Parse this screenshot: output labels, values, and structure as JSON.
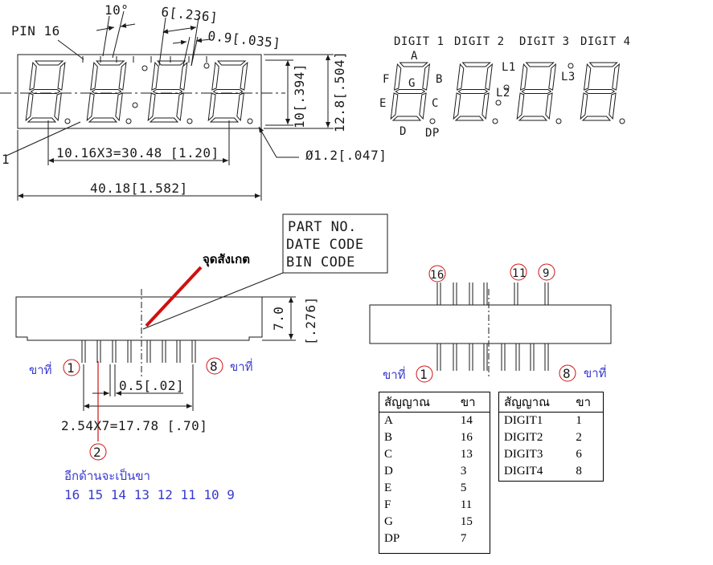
{
  "front_view": {
    "pin16_label": "PIN 16",
    "angle_label": "10°",
    "digit_width_label": "6[.236]",
    "seg_width_label": "0.9[.035]",
    "pitch_label": "10.16X3=30.48 [1.20]",
    "total_width_label": "40.18[1.582]",
    "digit_height_label": "10[.394]",
    "total_height_label": "12.8[.504]",
    "dp_dia_label": "Ø1.2[.047]",
    "pin1_label": "1"
  },
  "digit_labels": {
    "digits": [
      "DIGIT 1",
      "DIGIT 2",
      "DIGIT 3",
      "DIGIT 4"
    ],
    "segments": {
      "A": "A",
      "B": "B",
      "C": "C",
      "D": "D",
      "E": "E",
      "F": "F",
      "G": "G",
      "DP": "DP"
    },
    "l1": "L1",
    "l2": "L2",
    "l3": "L3"
  },
  "side_view": {
    "part_box": [
      "PART NO.",
      "DATE CODE",
      "BIN CODE"
    ],
    "observation_point": "จุดสังเกต",
    "height_label": "7.0",
    "height_inch_label": "[.276]",
    "pin_width_label": "0.5[.02]",
    "pin_pitch_label": "2.54X7=17.78 [.70]",
    "pin_word": "ขาที่",
    "pin_first": "1",
    "pin_last": "8",
    "pin_two": "2",
    "other_side_label": "อีกด้านจะเป็นขา",
    "other_side_pins": "16 15 14 13 12 11 10 9"
  },
  "pin_view": {
    "pin16": "16",
    "pin11": "11",
    "pin9": "9",
    "pin1": "1",
    "pin8": "8",
    "pin_word": "ขาที่"
  },
  "segment_table": {
    "headers": [
      "สัญญาณ",
      "ขา"
    ],
    "rows": [
      [
        "A",
        "14"
      ],
      [
        "B",
        "16"
      ],
      [
        "C",
        "13"
      ],
      [
        "D",
        "3"
      ],
      [
        "E",
        "5"
      ],
      [
        "F",
        "11"
      ],
      [
        "G",
        "15"
      ],
      [
        "DP",
        "7"
      ]
    ]
  },
  "digit_table": {
    "headers": [
      "สัญญาณ",
      "ขา"
    ],
    "rows": [
      [
        "DIGIT1",
        "1"
      ],
      [
        "DIGIT2",
        "2"
      ],
      [
        "DIGIT3",
        "6"
      ],
      [
        "DIGIT4",
        "8"
      ]
    ]
  },
  "colors": {
    "line": "#1a1a1a",
    "red": "#d01010",
    "blue": "#3a3acf"
  }
}
